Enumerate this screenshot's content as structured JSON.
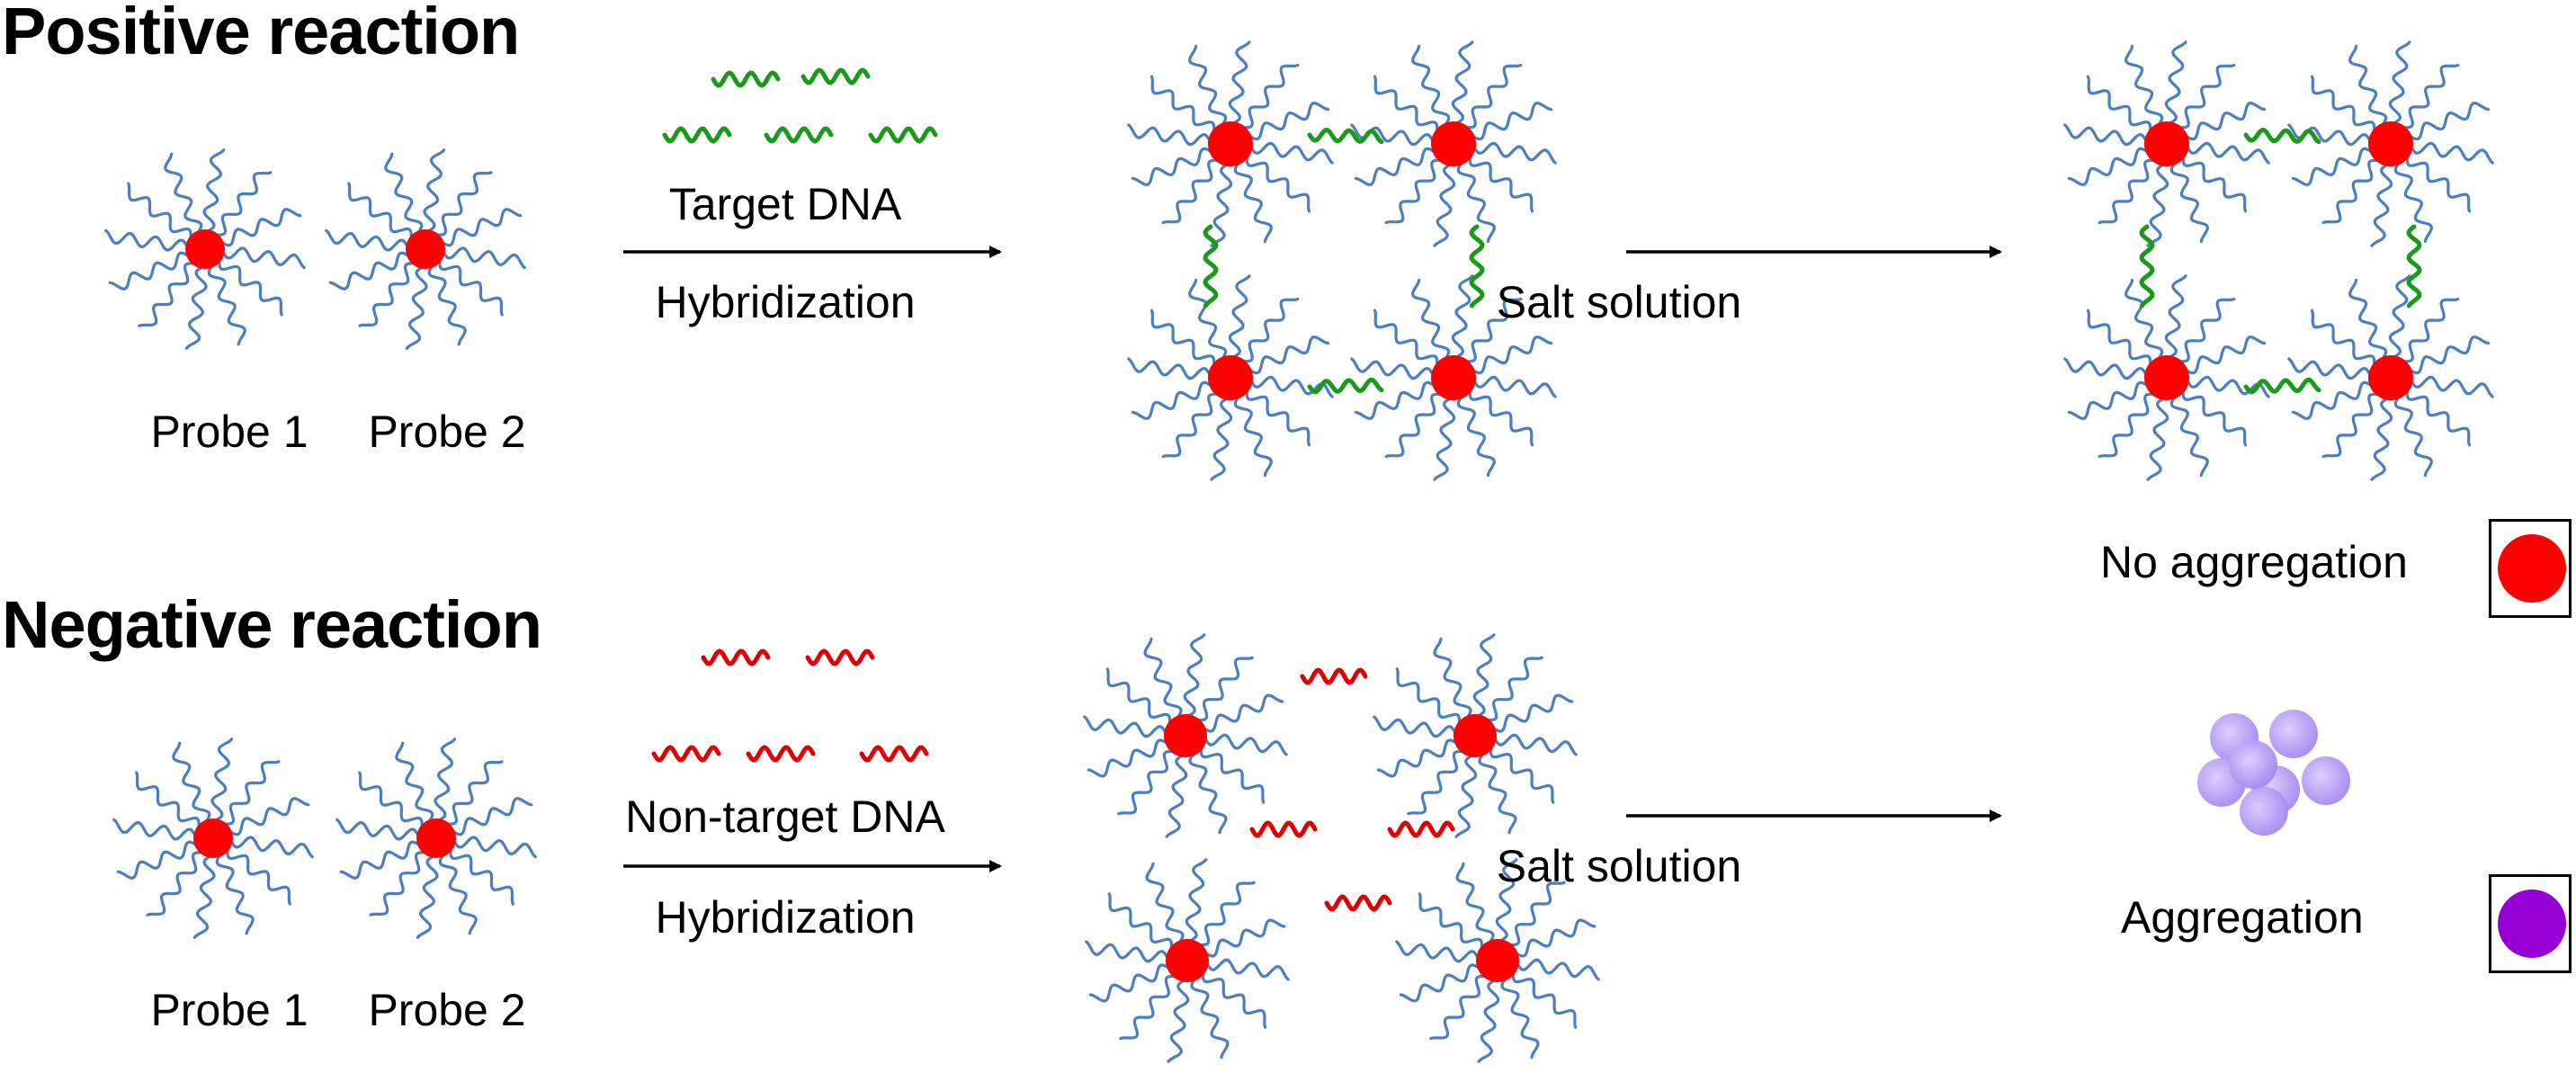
{
  "colors": {
    "strand": "#4a7fc0",
    "particle": "#ff0000",
    "target": "#1a9a1a",
    "nontarget": "#e00000",
    "aggregate": "#a78bf0",
    "aggregate_swatch": "#9400d3"
  },
  "positive": {
    "title": "Positive reaction",
    "probe1_label": "Probe 1",
    "probe2_label": "Probe 2",
    "reagent_label": "Target DNA",
    "step1_label": "Hybridization",
    "step2_label": "Salt solution",
    "result_label": "No aggregation"
  },
  "negative": {
    "title": "Negative reaction",
    "probe1_label": "Probe 1",
    "probe2_label": "Probe 2",
    "reagent_label": "Non-target DNA",
    "step1_label": "Hybridization",
    "step2_label": "Salt solution",
    "result_label": "Aggregation"
  }
}
